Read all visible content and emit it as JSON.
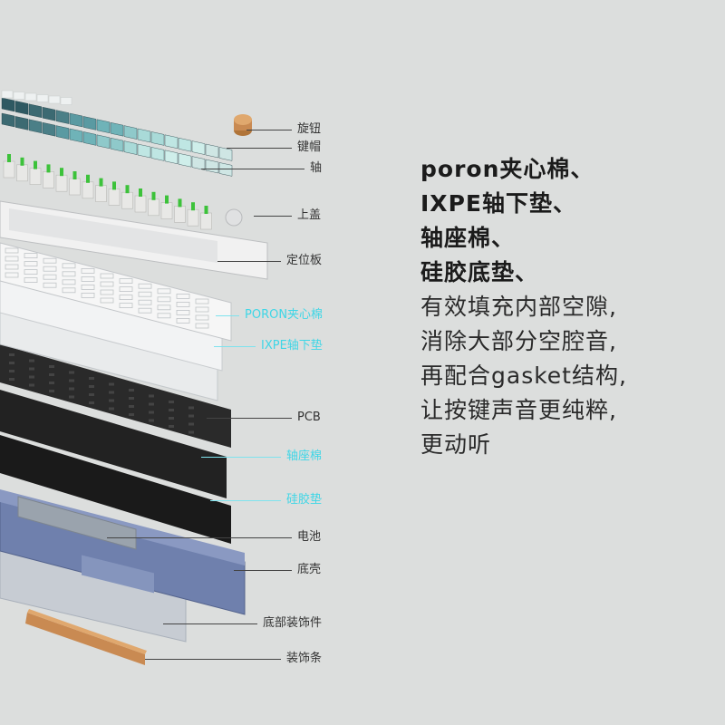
{
  "colors": {
    "background": "#dcdedd",
    "keycap_light": "#cfe6e4",
    "keycap_teal": "#5aa6ad",
    "keycap_dark": "#3c6a72",
    "switch_green": "#3cc23a",
    "plate_white": "#f1f1f1",
    "foam_black": "#1e1e1e",
    "case_blue": "#6f80ad",
    "trim_copper": "#c98a52",
    "accent_label": "#3fd6e6"
  },
  "layers": [
    {
      "id": "knob",
      "label": "旋钮",
      "accent": false
    },
    {
      "id": "keycaps",
      "label": "键帽",
      "accent": false
    },
    {
      "id": "switches",
      "label": "轴",
      "accent": false
    },
    {
      "id": "top-cover",
      "label": "上盖",
      "accent": false
    },
    {
      "id": "plate",
      "label": "定位板",
      "accent": false
    },
    {
      "id": "poron-foam",
      "label": "PORON夹心棉",
      "accent": true
    },
    {
      "id": "ixpe-pad",
      "label": "IXPE轴下垫",
      "accent": true
    },
    {
      "id": "pcb",
      "label": "PCB",
      "accent": false
    },
    {
      "id": "switch-foam",
      "label": "轴座棉",
      "accent": true
    },
    {
      "id": "silicone-pad",
      "label": "硅胶垫",
      "accent": true
    },
    {
      "id": "battery",
      "label": "电池",
      "accent": false
    },
    {
      "id": "bottom-case",
      "label": "底壳",
      "accent": false
    },
    {
      "id": "bottom-deco",
      "label": "底部装饰件",
      "accent": false
    },
    {
      "id": "deco-strip",
      "label": "装饰条",
      "accent": false
    }
  ],
  "description": {
    "bold_lines": [
      "poron夹心棉、",
      "IXPE轴下垫、",
      "轴座棉、",
      "硅胶底垫、"
    ],
    "body_lines": [
      "有效填充内部空隙,",
      "消除大部分空腔音,",
      "再配合gasket结构,",
      "让按键声音更纯粹,",
      "更动听"
    ]
  }
}
